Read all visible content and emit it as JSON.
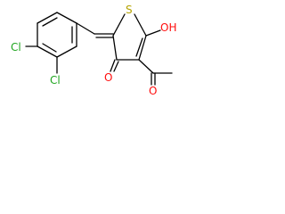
{
  "atoms": {
    "cl_upper": "Cl",
    "cl_lower": "Cl",
    "sulfur": "S",
    "hydroxyl": "OH",
    "ketone_oxygen": "O",
    "acetyl_oxygen": "O"
  },
  "colors": {
    "chlorine": "#1fa51f",
    "sulfur": "#b5a300",
    "oxygen": "#ff0d0d",
    "bond": "#000000"
  }
}
